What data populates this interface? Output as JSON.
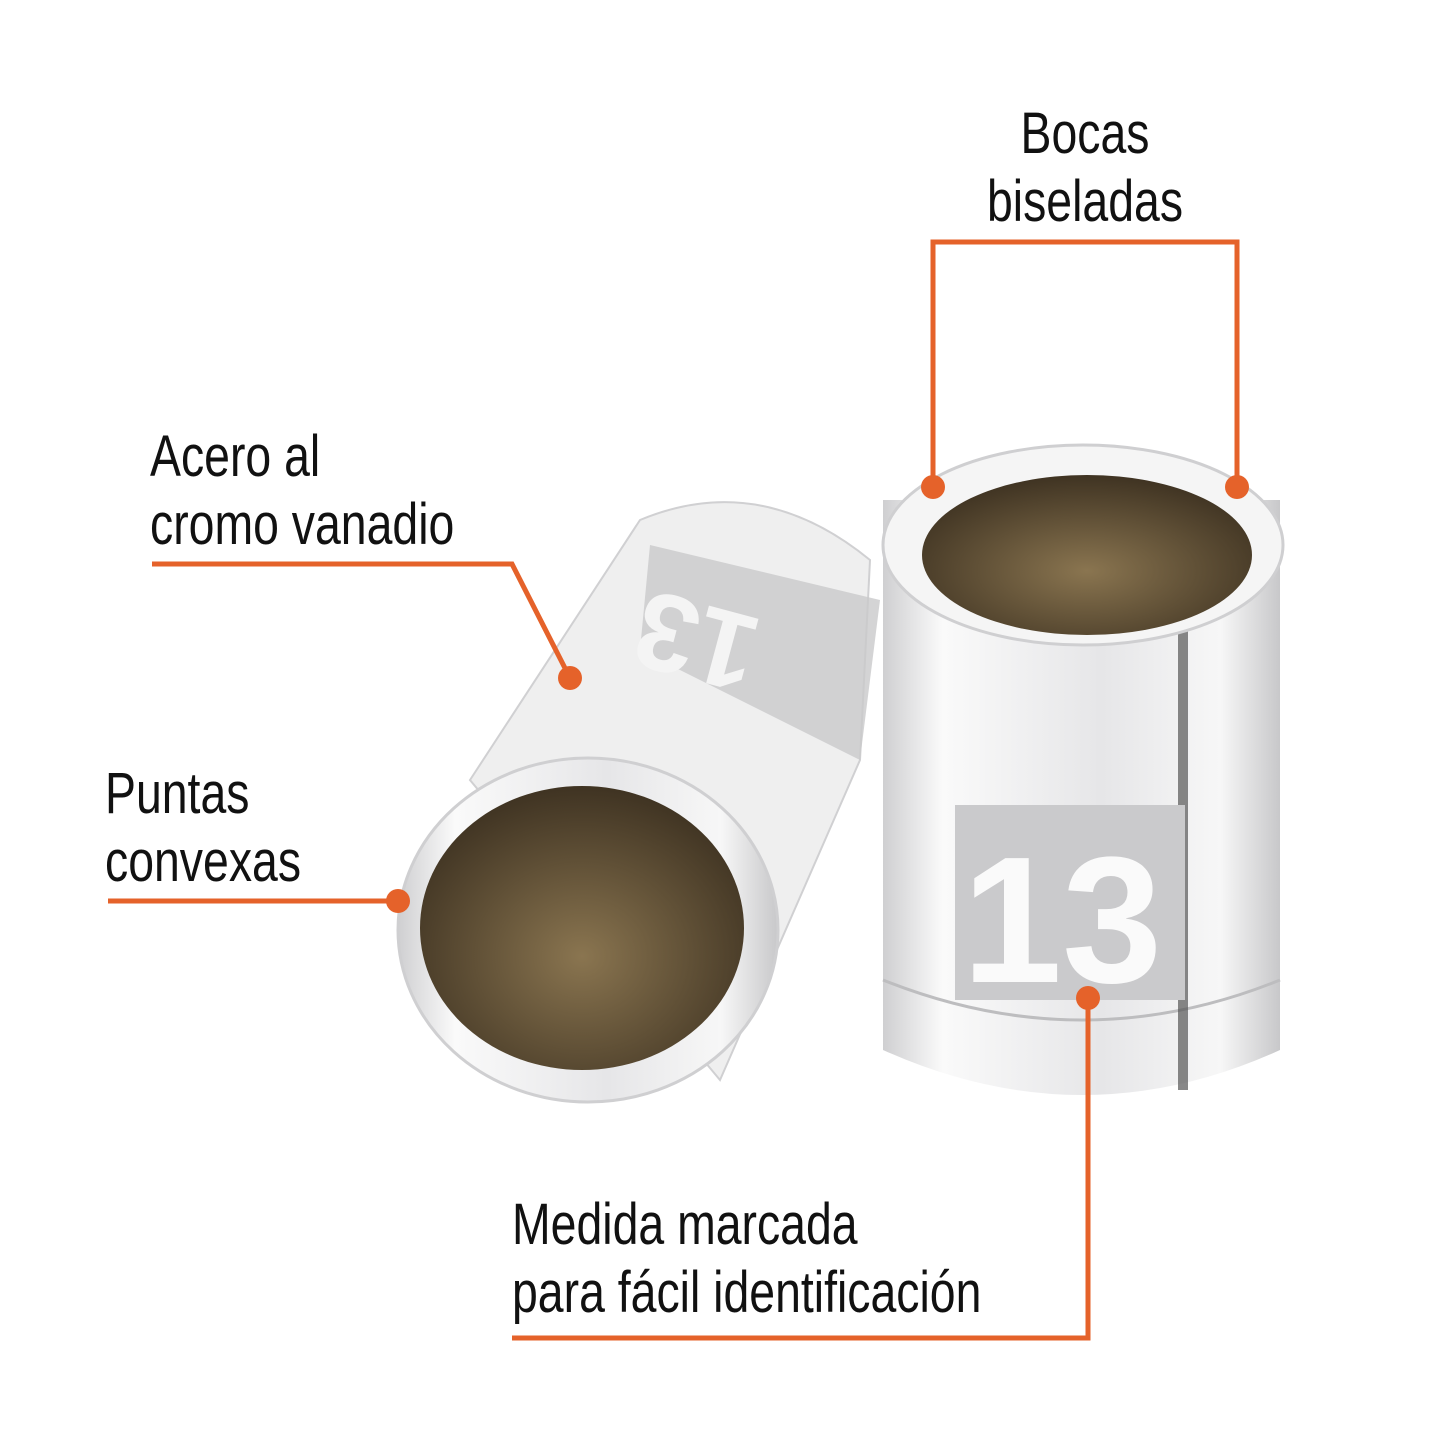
{
  "callouts": {
    "bocas": {
      "line1": "Bocas",
      "line2": "biseladas"
    },
    "acero": {
      "line1": "Acero al",
      "line2": "cromo vanadio"
    },
    "puntas": {
      "line1": "Puntas",
      "line2": "convexas"
    },
    "medida": {
      "line1": "Medida marcada",
      "line2": "para fácil identificación"
    }
  },
  "product": {
    "size_marking": "13"
  },
  "colors": {
    "accent": "#e5622a",
    "text": "#111111",
    "chrome": "#e9e9ea",
    "socket_interior": "#5a4a33"
  }
}
